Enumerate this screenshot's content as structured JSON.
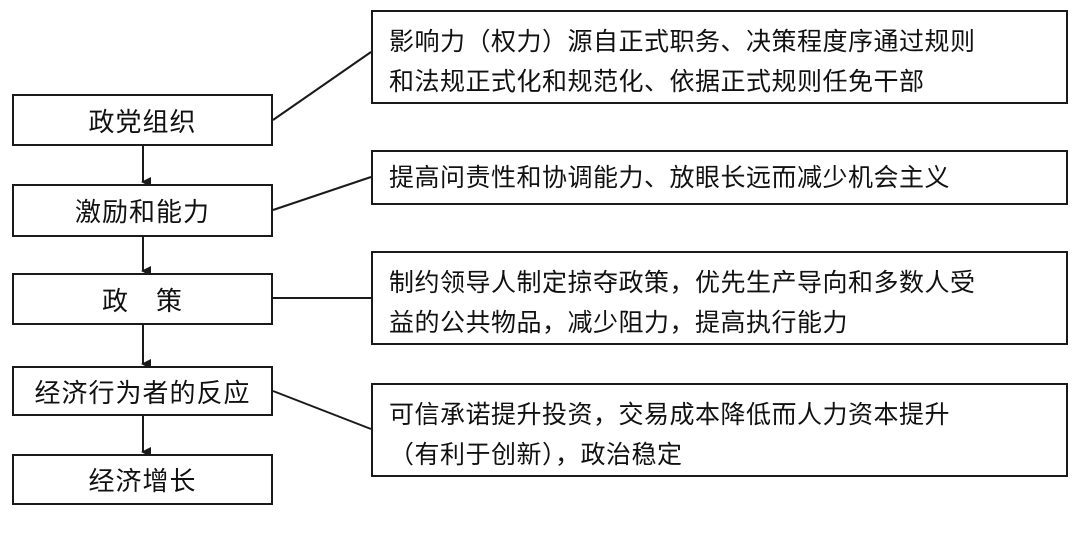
{
  "stages": [
    {
      "id": "stage-party-organization",
      "label": "政党组织"
    },
    {
      "id": "stage-incentives-capacity",
      "label": "激励和能力"
    },
    {
      "id": "stage-policy",
      "label": "政　策"
    },
    {
      "id": "stage-economic-actor-response",
      "label": "经济行为者的反应"
    },
    {
      "id": "stage-economic-growth",
      "label": "经济增长"
    }
  ],
  "notes": [
    {
      "id": "note-influence",
      "lines": [
        "影响力（权力）源自正式职务、决策程度序通过规则",
        "和法规正式化和规范化、依据正式规则任免干部"
      ]
    },
    {
      "id": "note-accountability",
      "lines": [
        "提高问责性和协调能力、放眼长远而减少机会主义"
      ]
    },
    {
      "id": "note-constraint",
      "lines": [
        "制约领导人制定掠夺政策，优先生产导向和多数人受",
        "益的公共物品，减少阻力，提高执行能力"
      ]
    },
    {
      "id": "note-commitment",
      "lines": [
        "可信承诺提升投资，交易成本降低而人力资本提升",
        "（有利于创新），政治稳定"
      ]
    }
  ],
  "colors": {
    "stroke": "#1a1a1a",
    "text": "#111111",
    "background": "#ffffff"
  }
}
